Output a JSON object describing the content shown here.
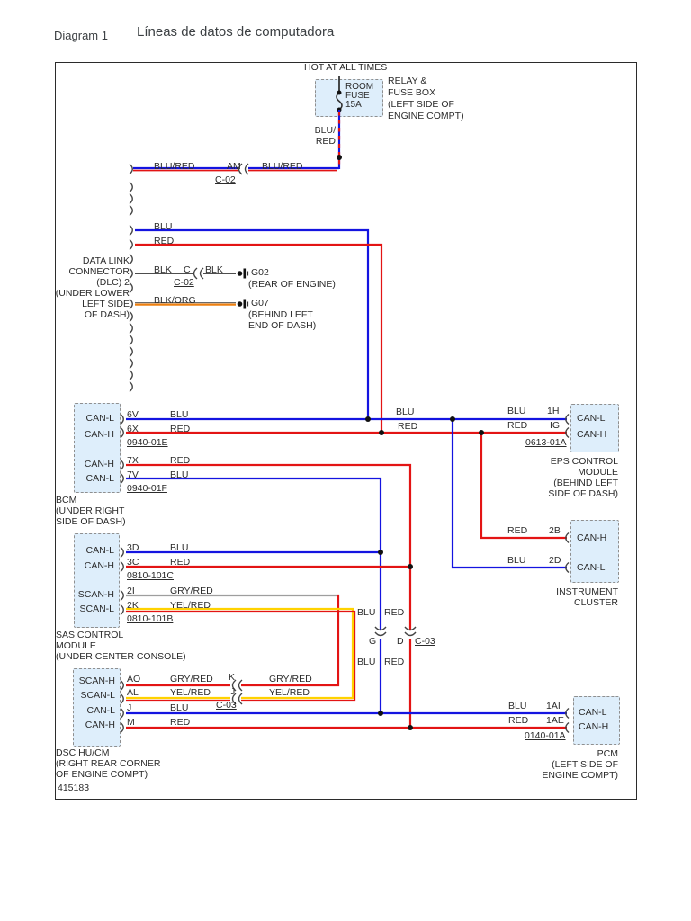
{
  "header": {
    "doc_label": "Diagram 1",
    "title": "Líneas de datos de computadora"
  },
  "footer": {
    "drawing_number": "415183"
  },
  "power": {
    "hot": "HOT AT ALL TIMES",
    "fuse": [
      "ROOM",
      "FUSE",
      "15A"
    ],
    "box": [
      "RELAY &",
      "FUSE BOX",
      "(LEFT SIDE OF",
      "ENGINE COMPT)"
    ],
    "feed_color": [
      "BLU/",
      "RED"
    ]
  },
  "am_row": {
    "left": "BLU/RED",
    "pin": "AM",
    "conn": "C-02",
    "right": "BLU/RED"
  },
  "dlc": {
    "name": [
      "DATA LINK",
      "CONNECTOR",
      "(DLC) 2",
      "(UNDER LOWER",
      "LEFT SIDE",
      "OF DASH)"
    ],
    "blu": "BLU",
    "red": "RED",
    "blk": {
      "left": "BLK",
      "pin": "C",
      "conn": "C-02",
      "right": "BLK",
      "ground": "G02",
      "loc": "(REAR OF ENGINE)"
    },
    "blkorg": {
      "color": "BLK/ORG",
      "ground": "G07",
      "loc": [
        "(BEHIND LEFT",
        "END OF DASH)"
      ]
    }
  },
  "bcm": {
    "pins": [
      "CAN-L",
      "CAN-H",
      "CAN-H",
      "CAN-L"
    ],
    "rows": [
      {
        "id": "6V",
        "color": "BLU"
      },
      {
        "id": "6X",
        "color": "RED"
      },
      {
        "id": "7X",
        "color": "RED"
      },
      {
        "id": "7V",
        "color": "BLU"
      }
    ],
    "conn1": "0940-01E",
    "conn2": "0940-01F",
    "name": [
      "BCM",
      "(UNDER RIGHT",
      "SIDE OF DASH)"
    ]
  },
  "bus": {
    "mid_blu": "BLU",
    "mid_red": "RED"
  },
  "eps": {
    "wire_blu": "BLU",
    "wire_red": "RED",
    "pin_id1": "1H",
    "pin_id2": "IG",
    "conn": "0613-01A",
    "pins": [
      "CAN-L",
      "CAN-H"
    ],
    "name": [
      "EPS CONTROL",
      "MODULE",
      "(BEHIND LEFT",
      "SIDE OF DASH)"
    ]
  },
  "cluster": {
    "rows": [
      {
        "color": "RED",
        "id": "2B",
        "pin": "CAN-H"
      },
      {
        "color": "BLU",
        "id": "2D",
        "pin": "CAN-L"
      }
    ],
    "name": [
      "INSTRUMENT",
      "CLUSTER"
    ]
  },
  "sas": {
    "pins": [
      "CAN-L",
      "CAN-H",
      "SCAN-H",
      "SCAN-L"
    ],
    "rows": [
      {
        "id": "3D",
        "color": "BLU"
      },
      {
        "id": "3C",
        "color": "RED"
      },
      {
        "id": "2I",
        "color": "GRY/RED"
      },
      {
        "id": "2K",
        "color": "YEL/RED"
      }
    ],
    "conn1": "0810-101C",
    "conn2": "0810-101B",
    "name": [
      "SAS CONTROL",
      "MODULE",
      "(UNDER CENTER CONSOLE)"
    ]
  },
  "c03_mid": {
    "above_blu": "BLU",
    "above_red": "RED",
    "pin1": "G",
    "pin2": "D",
    "conn": "C-03",
    "below_blu": "BLU",
    "below_red": "RED"
  },
  "dsc": {
    "pins": [
      "SCAN-H",
      "SCAN-L",
      "CAN-L",
      "CAN-H"
    ],
    "rows": [
      {
        "id": "AO",
        "color": "GRY/RED"
      },
      {
        "id": "AL",
        "color": "YEL/RED"
      },
      {
        "id": "J",
        "color": "BLU"
      },
      {
        "id": "M",
        "color": "RED"
      }
    ],
    "conn_pin1": "K",
    "conn_pin2": "J",
    "conn": "C-03",
    "right_color1": "GRY/RED",
    "right_color2": "YEL/RED",
    "name": [
      "DSC HU/CM",
      "(RIGHT REAR CORNER",
      "OF ENGINE COMPT)"
    ]
  },
  "pcm": {
    "rows": [
      {
        "color": "BLU",
        "id": "1AI",
        "pin": "CAN-L"
      },
      {
        "color": "RED",
        "id": "1AE",
        "pin": "CAN-H"
      }
    ],
    "conn": "0140-01A",
    "name": [
      "PCM",
      "(LEFT SIDE OF",
      "ENGINE COMPT)"
    ]
  },
  "colors": {
    "blue": "#1414e0",
    "red": "#e31414",
    "gray": "#9e9e9e",
    "black_wire": "#4d4d4d",
    "orange": "#ee8010",
    "yellow": "#ffd200",
    "module_fill": "#deeefb",
    "border": "#2b2b2b"
  }
}
